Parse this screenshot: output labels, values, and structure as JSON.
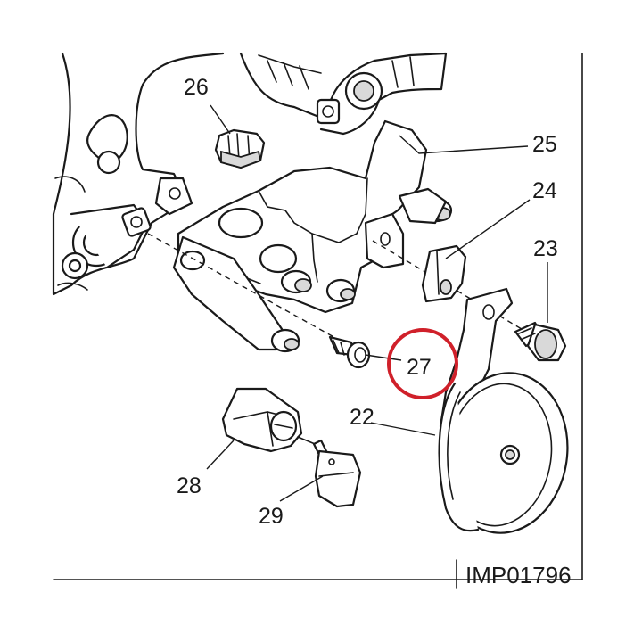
{
  "drawing_code": "IMP01796",
  "callouts": [
    {
      "id": "26",
      "text": "26"
    },
    {
      "id": "25",
      "text": "25"
    },
    {
      "id": "24",
      "text": "24"
    },
    {
      "id": "23",
      "text": "23"
    },
    {
      "id": "27",
      "text": "27"
    },
    {
      "id": "22",
      "text": "22"
    },
    {
      "id": "28",
      "text": "28"
    },
    {
      "id": "29",
      "text": "29"
    }
  ],
  "highlight": {
    "callout": "27",
    "color": "#d0202a"
  },
  "colors": {
    "line": "#1a1a1a",
    "highlight": "#d0202a",
    "background": "#ffffff"
  }
}
